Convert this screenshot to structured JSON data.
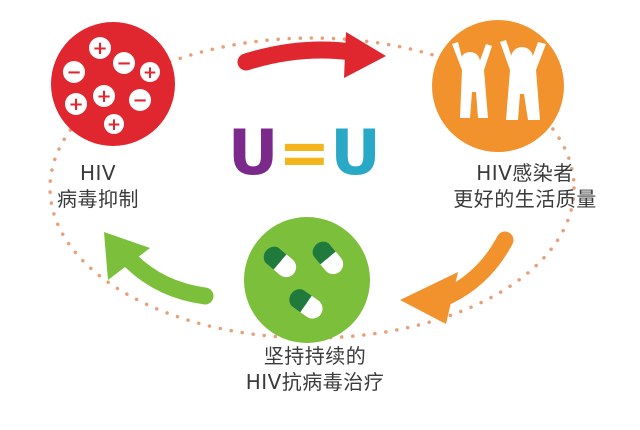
{
  "title": {
    "left": "U",
    "middle": "=",
    "right": "U",
    "left_color": "#7b2a8c",
    "middle_color": "#f2b51b",
    "right_color": "#2aa9c6"
  },
  "nodes": [
    {
      "id": "viral-suppression",
      "lines": [
        "HIV",
        "病毒抑制"
      ],
      "color": "#e0262e",
      "icon": "plus-minus-cells-icon"
    },
    {
      "id": "better-quality-of-life",
      "lines": [
        "HIV感染者",
        "更好的生活质量"
      ],
      "color": "#f2922c",
      "icon": "people-celebrating-icon"
    },
    {
      "id": "sustained-treatment",
      "lines": [
        "坚持持续的",
        "HIV抗病毒治疗"
      ],
      "color": "#7cbf3b",
      "icon": "pills-icon"
    }
  ],
  "arrows": [
    {
      "from": "viral-suppression",
      "to": "better-quality-of-life",
      "color": "#e0262e"
    },
    {
      "from": "better-quality-of-life",
      "to": "sustained-treatment",
      "color": "#f2922c"
    },
    {
      "from": "sustained-treatment",
      "to": "viral-suppression",
      "color": "#7cbf3b"
    }
  ],
  "ring_dot_color": "#e8a07a"
}
